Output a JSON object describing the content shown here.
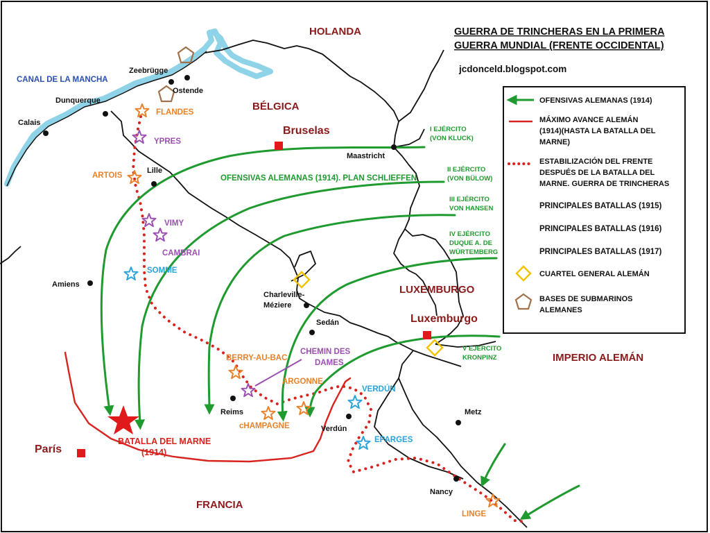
{
  "title": {
    "line1": "GUERRA DE TRINCHERAS EN LA PRIMERA",
    "line2": "GUERRA MUNDIAL (FRENTE OCCIDENTAL)"
  },
  "source": "jcdonceld.blogspot.com",
  "colors": {
    "sea": "#8fd3e8",
    "border": "#111111",
    "offensive": "#1f9a2e",
    "max_advance": "#d9231f",
    "front": "#d9231f",
    "battle_1915": "#e8822a",
    "battle_1916": "#2aa3d9",
    "battle_1917": "#9b4fb0",
    "hq": "#f2c200",
    "submarine": "#a0714a",
    "country": "#8b1a1a",
    "sea_label": "#2a4fb0",
    "city_capital": "#e01a1a"
  },
  "countries": {
    "holanda": "HOLANDA",
    "belgica": "BÉLGICA",
    "luxemburgo": "LUXEMBURGO",
    "francia": "FRANCIA",
    "imperio": "IMPERIO ALEMÁN"
  },
  "sea": "CANAL DE LA MANCHA",
  "capitals": {
    "bruselas": "Bruselas",
    "luxemburgo": "Luxemburgo",
    "paris": "París"
  },
  "cities": {
    "zeebrugge": "Zeebrügge",
    "ostende": "Ostende",
    "dunquerque": "Dunquerque",
    "calais": "Calais",
    "lille": "Lille",
    "amiens": "Amiens",
    "maastricht": "Maastricht",
    "charleville1": "Charleville-",
    "charleville2": "Méziere",
    "sedan": "Sedán",
    "reims": "Reims",
    "verdun": "Verdún",
    "metz": "Metz",
    "nancy": "Nancy"
  },
  "battles": {
    "flandes": "FLANDES",
    "ypres": "YPRES",
    "artois": "ARTOIS",
    "vimy": "VIMY",
    "cambrai": "CAMBRAI",
    "somme": "SOMME",
    "berry": "BERRY-AU-BAC",
    "chemin1": "CHEMIN DES",
    "chemin2": "DAMES",
    "argonne": "ARGONNE",
    "verdun": "VERDÚN",
    "champagne": "cHAMPAGNE",
    "eparges": "EPARGES",
    "linge": "LINGE",
    "marne1": "BATALLA DEL MARNE",
    "marne2": "(1914)"
  },
  "armies": {
    "a1_l1": "I EJÉRCITO",
    "a1_l2": "(VON KLUCK)",
    "a2_l1": "II EJÉRCITO",
    "a2_l2": "(VON BÜLOW)",
    "a3_l1": "III EJÉRCITO",
    "a3_l2": "VON HANSEN",
    "a4_l1": "IV EJÉRCITO",
    "a4_l2": "DUQUE A. DE",
    "a4_l3": "WÜRTEMBERG",
    "a5_l1": "V EJÉRCITO",
    "a5_l2": "KRONPINZ"
  },
  "schlieffen": "OFENSIVAS ALEMANAS (1914). PLAN SCHLIEFFEN",
  "legend": {
    "offensive": "OFENSIVAS ALEMANAS (1914)",
    "max_l1": "MÁXIMO AVANCE ALEMÁN",
    "max_l2": "(1914)(HASTA LA BATALLA DEL",
    "max_l3": "MARNE)",
    "front_l1": "ESTABILIZACIÓN DEL FRENTE",
    "front_l2": "DESPUÉS DE LA BATALLA DEL",
    "front_l3": "MARNE. GUERRA DE TRINCHERAS",
    "b1915": "PRINCIPALES BATALLAS (1915)",
    "b1916": "PRINCIPALES BATALLAS (1916)",
    "b1917": "PRINCIPALES BATALLAS (1917)",
    "hq": "CUARTEL GENERAL ALEMÁN",
    "sub_l1": "BASES DE SUBMARINOS",
    "sub_l2": "ALEMANES"
  }
}
